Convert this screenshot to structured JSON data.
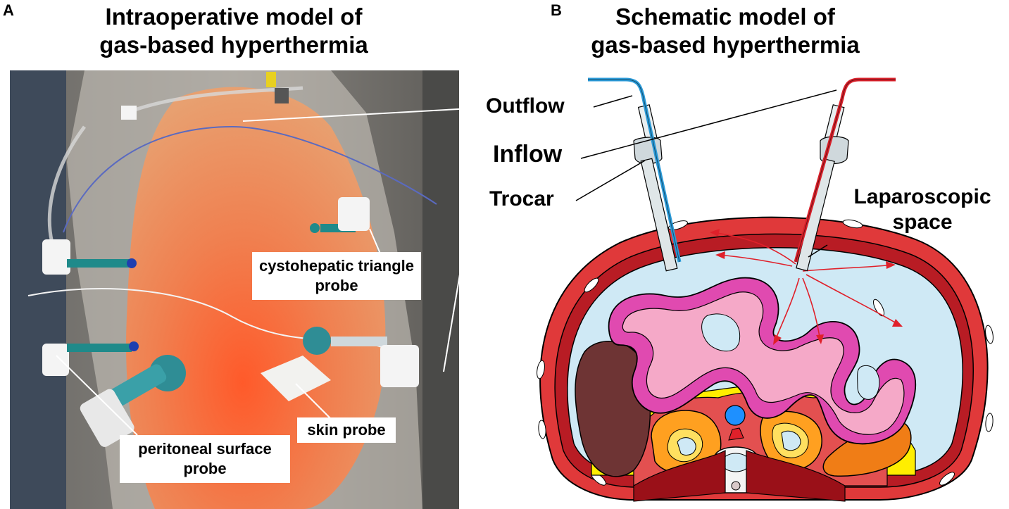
{
  "panel_a": {
    "letter": "A",
    "title_line1": "Intraoperative model of",
    "title_line2": "gas-based hyperthermia",
    "labels": {
      "cystohepatic_line1": "cystohepatic triangle",
      "cystohepatic_line2": "probe",
      "skin": "skin probe",
      "peritoneal_line1": "peritoneal surface",
      "peritoneal_line2": "probe"
    }
  },
  "panel_b": {
    "letter": "B",
    "title_line1": "Schematic model of",
    "title_line2": "gas-based hyperthermia",
    "labels": {
      "outflow": "Outflow",
      "inflow": "Inflow",
      "trocar": "Trocar",
      "laparoscopic_line1": "Laparoscopic",
      "laparoscopic_line2": "space"
    }
  },
  "colors": {
    "skin_orange": "#f07a4a",
    "outflow_blue": "#2a9ad8",
    "inflow_red": "#d8202a",
    "abdominal_wall": "#d93a3a",
    "cavity_blue": "#cfe9f5",
    "bowel_pink": "#f5a9c8",
    "bowel_magenta": "#e04ab0",
    "liver": "#6e3434",
    "fat_yellow": "#fff200",
    "spleen_orange": "#f07d16"
  }
}
